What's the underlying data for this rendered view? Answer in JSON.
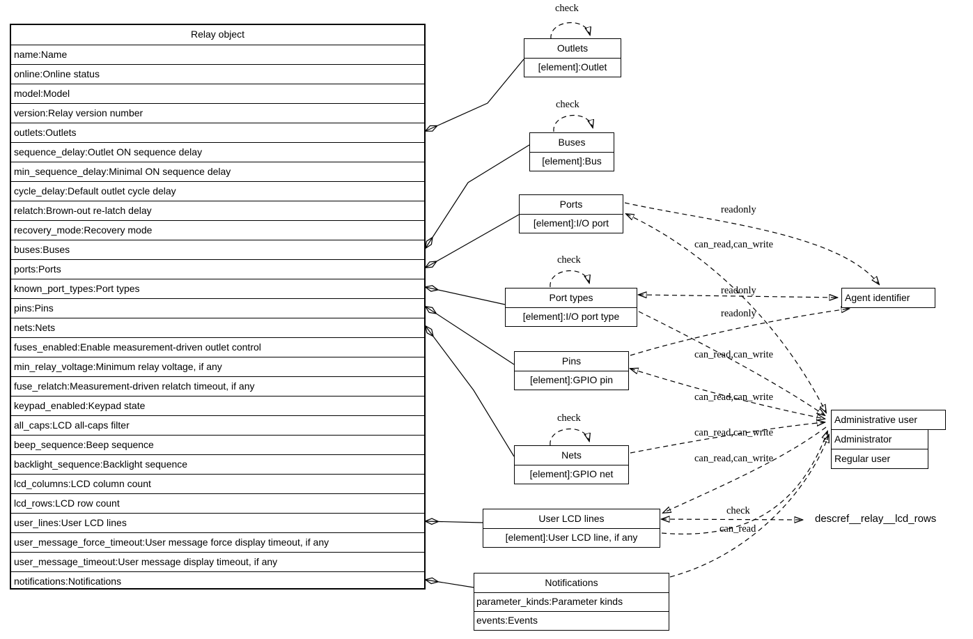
{
  "relay": {
    "title": "Relay object",
    "rows": [
      "name:Name",
      "online:Online status",
      "model:Model",
      "version:Relay version number",
      "outlets:Outlets",
      "sequence_delay:Outlet ON sequence delay",
      "min_sequence_delay:Minimal ON sequence delay",
      "cycle_delay:Default outlet cycle delay",
      "relatch:Brown-out re-latch delay",
      "recovery_mode:Recovery mode",
      "buses:Buses",
      "ports:Ports",
      "known_port_types:Port types",
      "pins:Pins",
      "nets:Nets",
      "fuses_enabled:Enable measurement-driven outlet control",
      "min_relay_voltage:Minimum relay voltage, if any",
      "fuse_relatch:Measurement-driven relatch timeout, if any",
      "keypad_enabled:Keypad state",
      "all_caps:LCD all-caps filter",
      "beep_sequence:Beep sequence",
      "backlight_sequence:Backlight sequence",
      "lcd_columns:LCD column count",
      "lcd_rows:LCD row count",
      "user_lines:User LCD lines",
      "user_message_force_timeout:User message force display timeout, if any",
      "user_message_timeout:User message display timeout, if any",
      "notifications:Notifications"
    ]
  },
  "nodes": {
    "outlets": {
      "title": "Outlets",
      "element": "[element]:Outlet"
    },
    "buses": {
      "title": "Buses",
      "element": "[element]:Bus"
    },
    "ports": {
      "title": "Ports",
      "element": "[element]:I/O port"
    },
    "port_types": {
      "title": "Port types",
      "element": "[element]:I/O port type"
    },
    "pins": {
      "title": "Pins",
      "element": "[element]:GPIO pin"
    },
    "nets": {
      "title": "Nets",
      "element": "[element]:GPIO net"
    },
    "user_lcd_lines": {
      "title": "User LCD lines",
      "element": "[element]:User LCD line, if any"
    },
    "notifications": {
      "title": "Notifications",
      "rows": [
        "parameter_kinds:Parameter kinds",
        "events:Events"
      ]
    },
    "agent_identifier": {
      "title": "Agent identifier"
    },
    "administrative_user": {
      "title": "Administrative user",
      "rows": [
        "Administrator",
        "Regular user"
      ]
    },
    "descref": {
      "label": "descref__relay__lcd_rows"
    }
  },
  "edge_labels": {
    "check": "check",
    "readonly": "readonly",
    "can_read_can_write": "can_read,can_write",
    "can_read": "can_read"
  }
}
